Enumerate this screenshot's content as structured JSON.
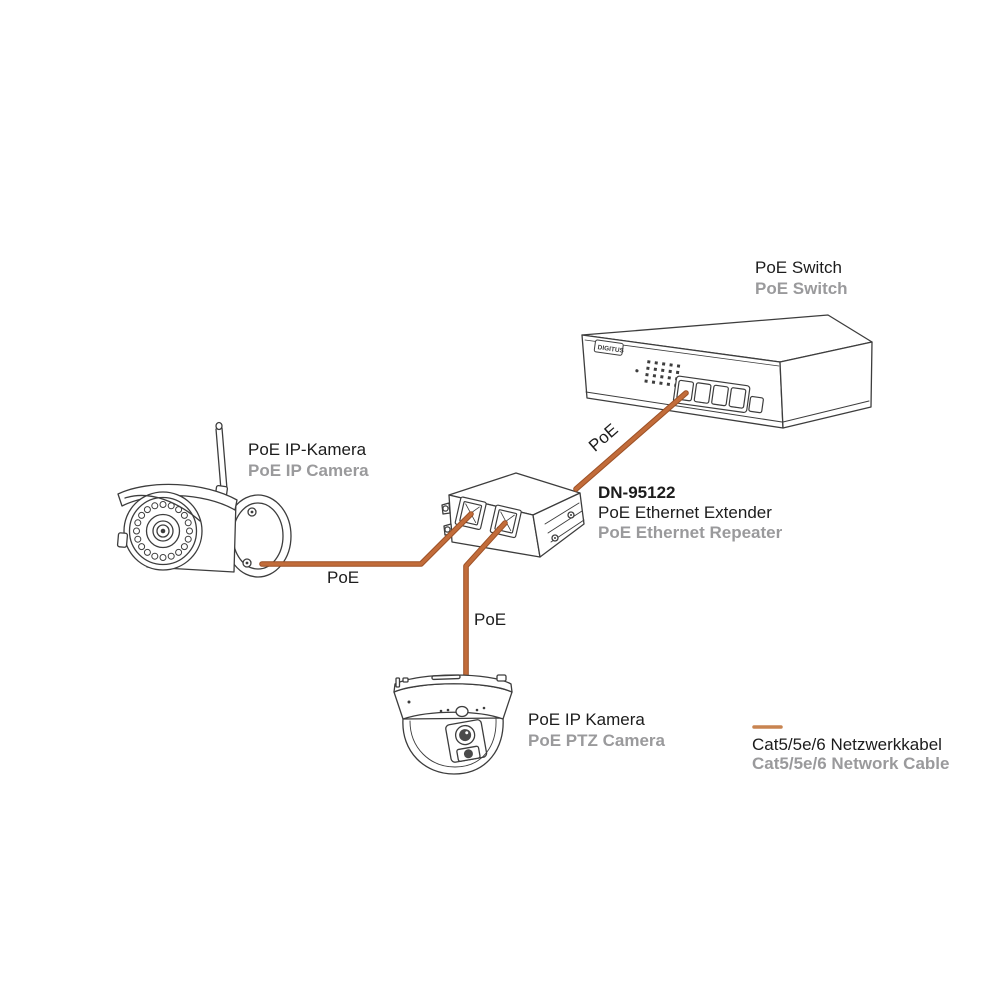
{
  "diagram": {
    "type": "network-topology-illustration",
    "nodes": {
      "poe_switch": {
        "name_de": "PoE Switch",
        "name_en": "PoE Switch"
      },
      "poe_ip_camera": {
        "name_de": "PoE IP-Kamera",
        "name_en": "PoE IP Camera"
      },
      "extender": {
        "model": "DN-95122",
        "name_de": "PoE Ethernet Extender",
        "name_en": "PoE Ethernet Repeater"
      },
      "ptz_camera": {
        "name_de": "PoE IP Kamera",
        "name_en": "PoE PTZ Camera"
      }
    },
    "cable_labels": {
      "camera_to_extender": "PoE",
      "extender_to_switch": "PoE",
      "extender_to_ptz": "PoE"
    },
    "legend": {
      "line_de": "Cat5/5e/6 Netzwerkkabel",
      "line_en": "Cat5/5e/6 Network Cable"
    },
    "branding": {
      "switch_logo": "DIGITUS"
    },
    "colors": {
      "cable": "#bd6637",
      "cable_edge": "#9d5126",
      "legend_swatch": "#c88450",
      "line_art": "#3d3d3d",
      "primary_text": "#1c1c1c",
      "secondary_text": "#9a9a9c"
    }
  }
}
